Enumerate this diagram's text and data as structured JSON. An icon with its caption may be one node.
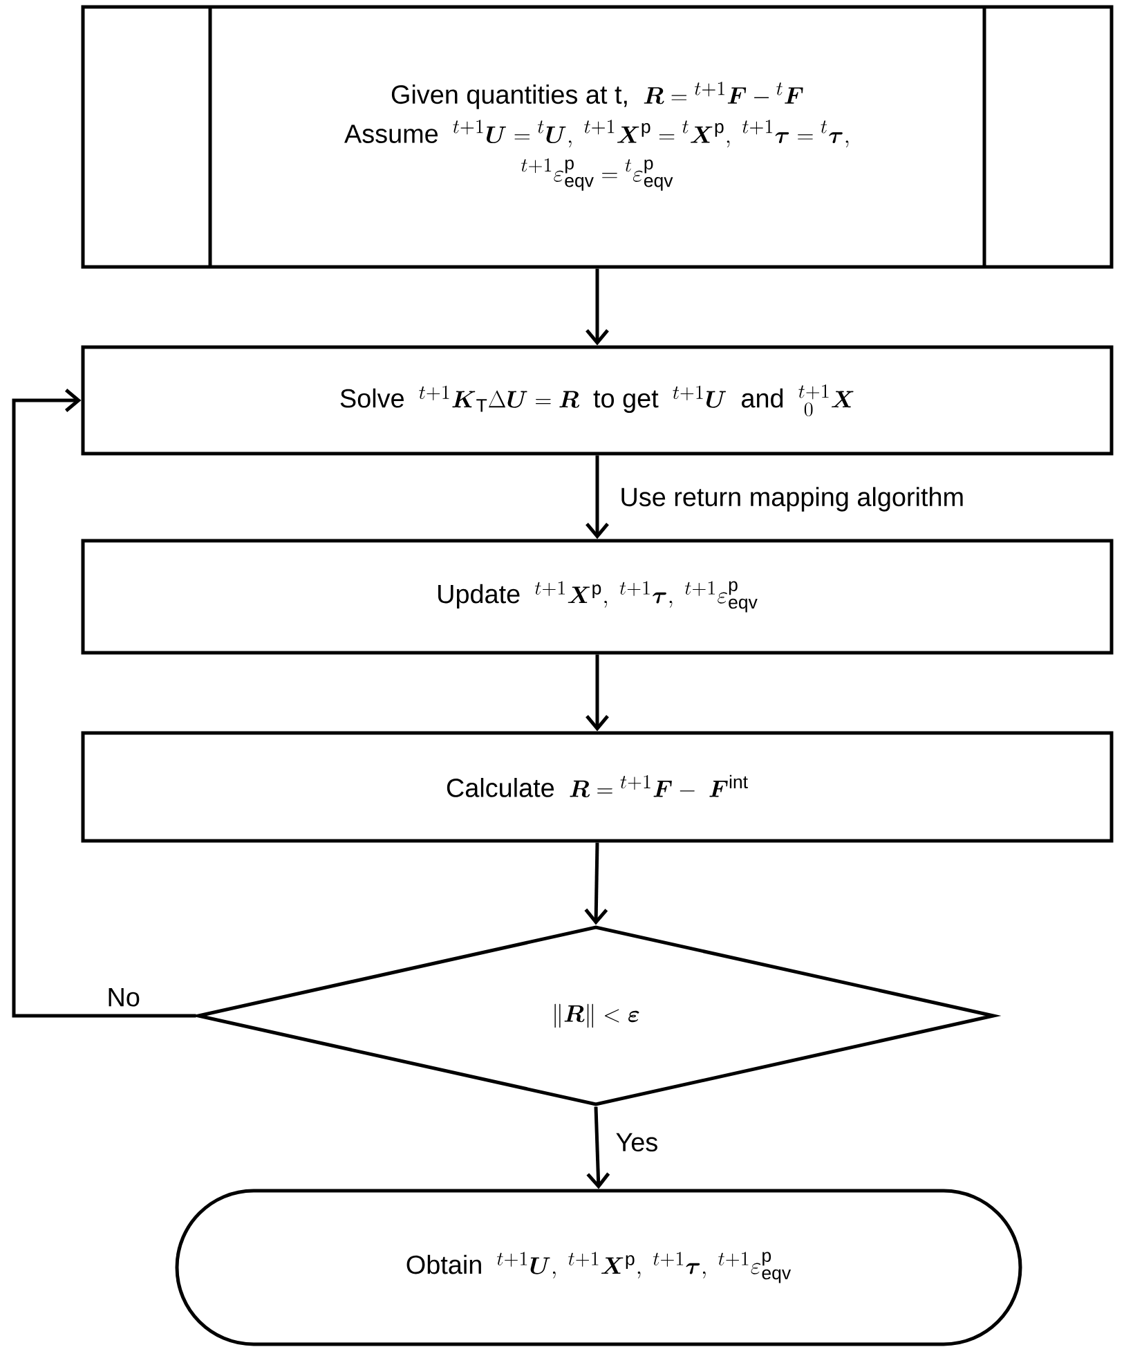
{
  "diagram": {
    "nodes": [
      {
        "text": [
          "\\text{Given quantities at t, }\\; \\boldsymbol{R} = {}^{t+1}\\boldsymbol{F} - {}^{t}\\boldsymbol{F}",
          "\\begin{gathered}\\text{Assume }\\; {}^{t+1}\\boldsymbol{U} = {}^{t}\\boldsymbol{U},\\; {}^{t+1}\\boldsymbol{X}^{\\mathrm{p}} = {}^{t}\\boldsymbol{X}^{\\mathrm{p}},\\; {}^{t+1}\\boldsymbol{\\tau} = {}^{t}\\boldsymbol{\\tau},\\\\ {}^{t+1}\\varepsilon^{\\mathrm{p}}_{\\mathrm{eqv}} = {}^{t}\\varepsilon^{\\mathrm{p}}_{\\mathrm{eqv}}\\end{gathered}"
        ]
      },
      {
        "text": [
          "\\text{Solve }\\; {}^{t+1}\\boldsymbol{K}_{\\mathrm{T}}\\Delta\\boldsymbol{U} = \\boldsymbol{R}\\;\\text{ to get }\\; {}^{t+1}\\boldsymbol{U}\\;\\text{ and }\\; {}^{t+1}_{\\;0}\\boldsymbol{X}"
        ]
      },
      {
        "text": [
          "\\text{Update }\\; {}^{t+1}\\boldsymbol{X}^{\\mathrm{p}},\\; {}^{t+1}\\boldsymbol{\\tau},\\; {}^{t+1}\\varepsilon^{\\mathrm{p}}_{\\mathrm{eqv}}"
        ]
      },
      {
        "text": [
          "\\text{Calculate }\\; \\boldsymbol{R} = {}^{t+1}\\boldsymbol{F} -\\; \\boldsymbol{F}^{\\mathrm{int}}"
        ]
      },
      {
        "text": [
          "\\|\\boldsymbol{R}\\| < \\boldsymbol{\\varepsilon}"
        ]
      },
      {
        "text": [
          "\\text{Obtain }\\; {}^{t+1}\\boldsymbol{U},\\; {}^{t+1}\\boldsymbol{X}^{\\mathrm{p}},\\; {}^{t+1}\\boldsymbol{\\tau},\\; {}^{t+1}\\varepsilon^{\\mathrm{p}}_{\\mathrm{eqv}}"
        ]
      }
    ],
    "edges": [
      {
        "from": 0,
        "to": 1,
        "arrow": "to"
      },
      {
        "from": 1,
        "to": 2,
        "arrow": "to",
        "label": "Use return mapping algorithm"
      },
      {
        "from": 2,
        "to": 3,
        "arrow": "to"
      },
      {
        "from": 3,
        "to": 4,
        "arrow": "to"
      },
      {
        "from": 4,
        "to": 1,
        "arrow": "to",
        "label": "No"
      },
      {
        "from": 4,
        "to": 5,
        "arrow": "to",
        "label": "Yes"
      }
    ]
  }
}
